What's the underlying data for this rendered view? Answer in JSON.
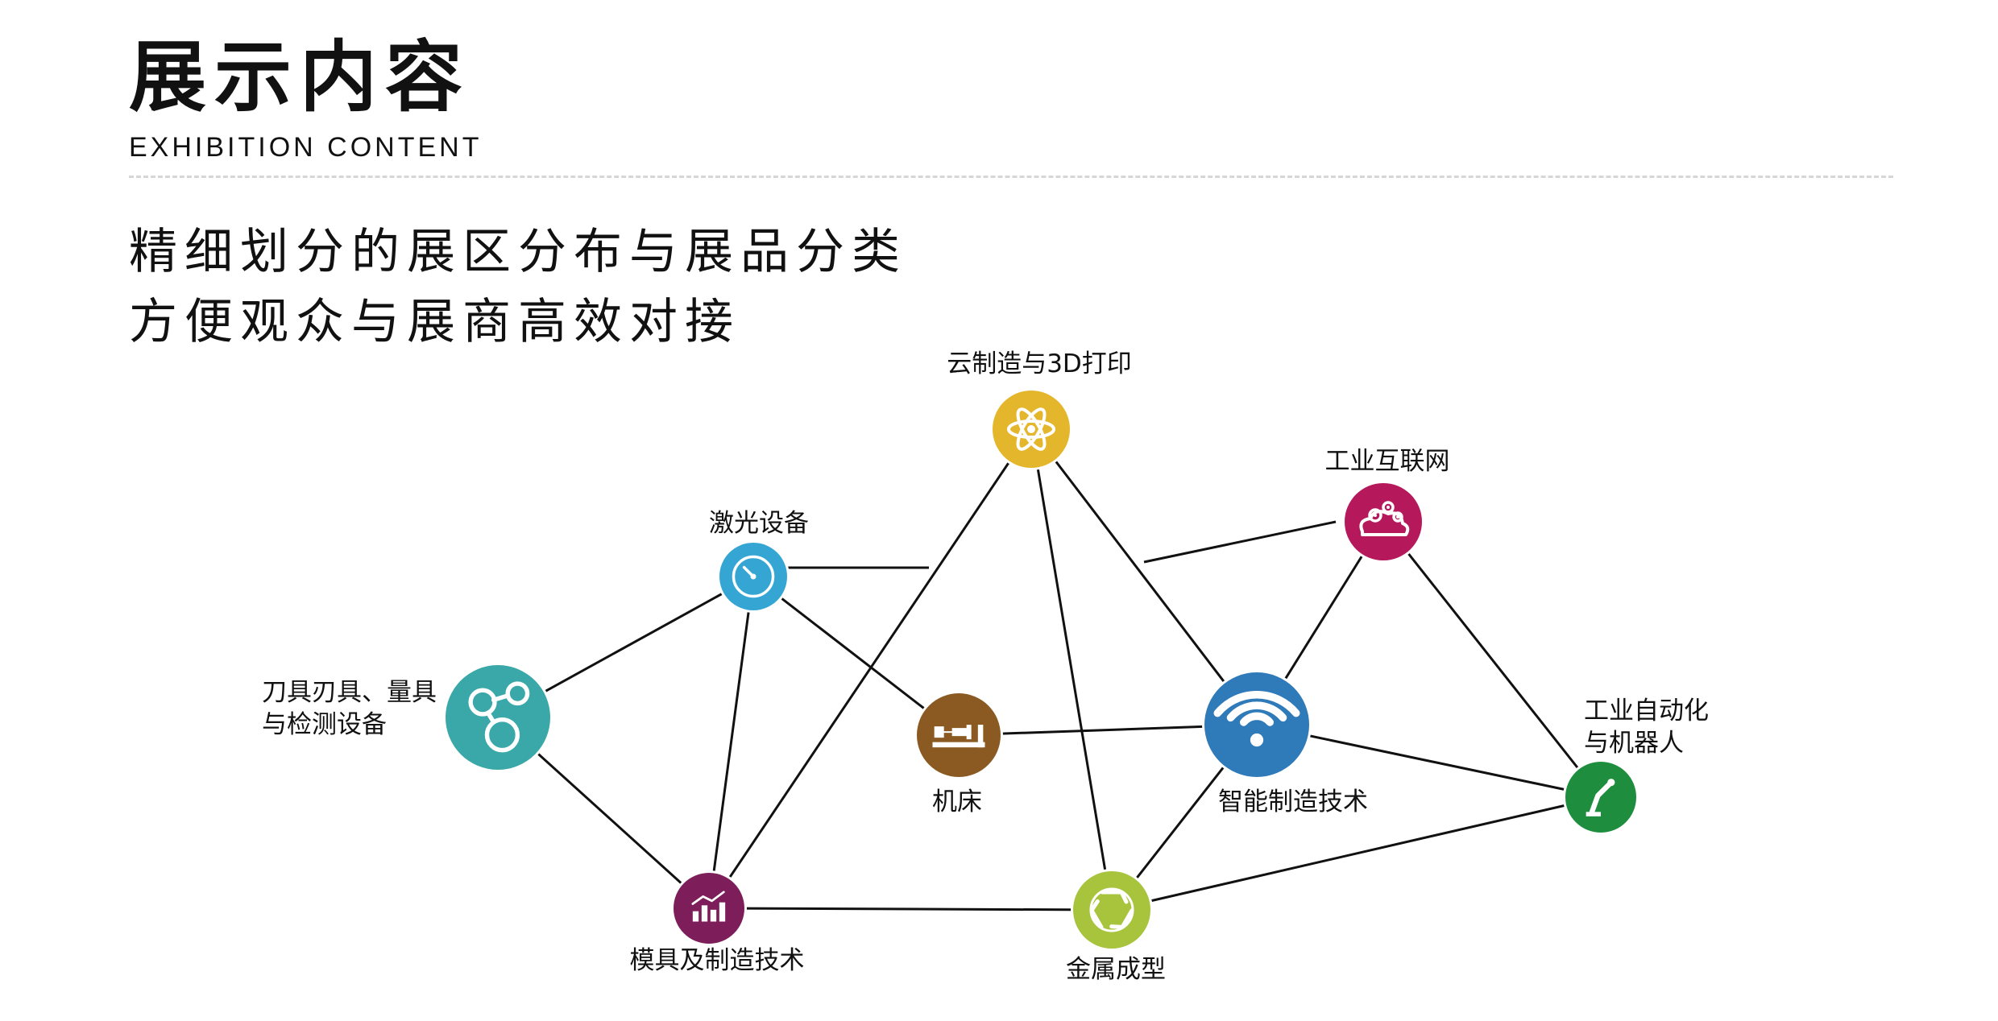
{
  "header": {
    "title": "展示内容",
    "subtitle_en": "EXHIBITION CONTENT",
    "lines": [
      "精细划分的展区分布与展品分类",
      "方便观众与展商高效对接"
    ]
  },
  "diagram": {
    "nodes": [
      {
        "id": "cloud",
        "label": [
          "云制造与3D打印"
        ],
        "color": "#e4b62b",
        "icon": "atom-icon"
      },
      {
        "id": "iiot",
        "label": [
          "工业互联网"
        ],
        "color": "#b5195c",
        "icon": "cloud-gears-icon"
      },
      {
        "id": "laser",
        "label": [
          "激光设备"
        ],
        "color": "#35a6d4",
        "icon": "gauge-icon"
      },
      {
        "id": "tools",
        "label": [
          "刀具刃具、量具",
          "与检测设备"
        ],
        "color": "#3aa8a8",
        "icon": "molecule-icon"
      },
      {
        "id": "machine",
        "label": [
          "机床"
        ],
        "color": "#8b5a22",
        "icon": "lathe-icon"
      },
      {
        "id": "smart",
        "label": [
          "智能制造技术"
        ],
        "color": "#2f7ab8",
        "icon": "wifi-icon"
      },
      {
        "id": "auto",
        "label": [
          "工业自动化",
          "与机器人"
        ],
        "color": "#1e8e3e",
        "icon": "robot-arm-icon"
      },
      {
        "id": "mold",
        "label": [
          "模具及制造技术"
        ],
        "color": "#7d1e5a",
        "icon": "bar-chart-icon"
      },
      {
        "id": "metal",
        "label": [
          "金属成型"
        ],
        "color": "#a7c43c",
        "icon": "recycle-icon"
      }
    ],
    "edges": [
      [
        "tools",
        "laser"
      ],
      [
        "tools",
        "mold"
      ],
      [
        "laser",
        "mold"
      ],
      [
        "laser",
        "machine"
      ],
      [
        "cloud",
        "mold"
      ],
      [
        "cloud",
        "smart"
      ],
      [
        "cloud",
        "metal"
      ],
      [
        "iiot",
        "smart"
      ],
      [
        "iiot",
        "auto"
      ],
      [
        "machine",
        "smart"
      ],
      [
        "smart",
        "metal"
      ],
      [
        "smart",
        "auto"
      ],
      [
        "mold",
        "metal"
      ],
      [
        "metal",
        "auto"
      ]
    ]
  }
}
